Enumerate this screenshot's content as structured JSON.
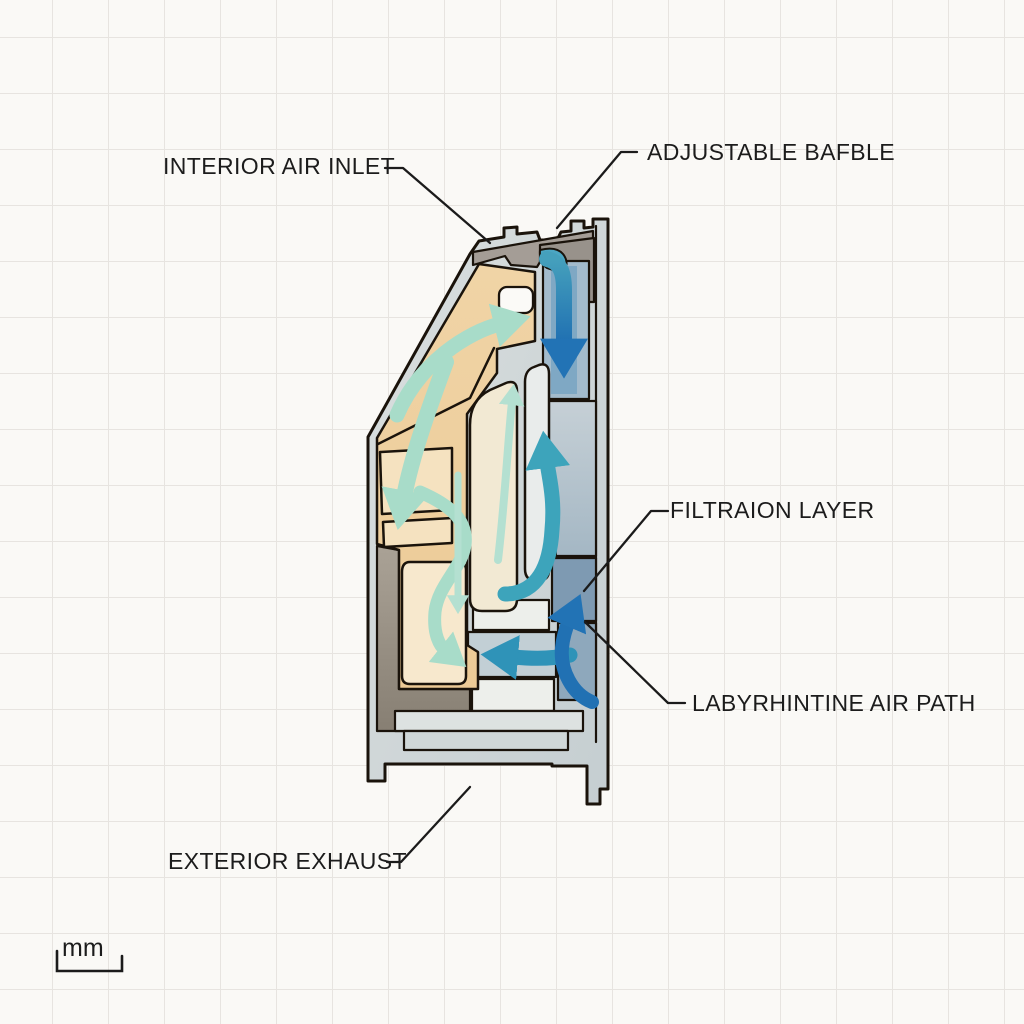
{
  "figure": {
    "kind": "cross-section ventilation profile diagram"
  },
  "labels": {
    "interior_air_inlet": "INTERIOR AIR INLET",
    "adjustable_baffle": "ADJUSTABLE BAFBLE",
    "filtration_layer": "FILTRAION LAYER",
    "labyrinthine_air_path": "LABYRHINTINE AIR PATH",
    "exterior_exhaust": "EXTERIOR EXHAUST"
  },
  "scale_bar": {
    "unit_label": "mm"
  },
  "colors": {
    "background": "#faf9f6",
    "grid_line": "#e7e4e0",
    "outline": "#1a130b",
    "profile_shell": "#d3d9da",
    "tan_chamber": "#eecfa0",
    "tan_chamber_light": "#f5e2c0",
    "cream_channel": "#f2e9d3",
    "blue_gray_chamber": "#bdc9d1",
    "inlet_channel_blue": "#a3bbcc",
    "filtration_box": "#7e9ab2",
    "taupe_block": "#a39a8e",
    "baffle_teal": "#4ba6c3",
    "arrow_light_teal": "#a8dcc9",
    "arrow_medium_teal": "#3da4bb",
    "arrow_blue": "#2273b5",
    "label_text": "#1c1c1c"
  }
}
